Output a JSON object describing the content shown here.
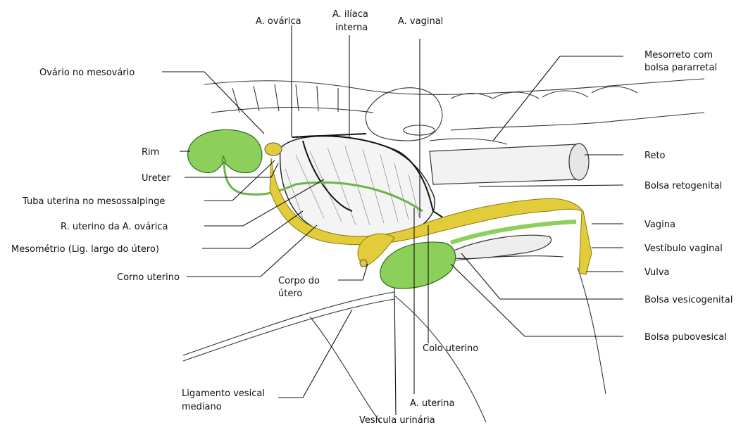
{
  "labels": {
    "ovarica": "A. ovárica",
    "iliaca_1": "A. ilíaca",
    "iliaca_2": "interna",
    "vaginal": "A. vaginal",
    "mesorreto_1": "Mesorreto com",
    "mesorreto_2": "bolsa pararretal",
    "ovario": "Ovário no mesovário",
    "rim": "Rim",
    "ureter": "Ureter",
    "tuba": "Tuba uterina no mesossalpinge",
    "ramo": "R. uterino da A. ovárica",
    "mesometrio": "Mesométrio (Lig. largo do útero)",
    "corno": "Corno uterino",
    "corpo_1": "Corpo do",
    "corpo_2": "útero",
    "reto": "Reto",
    "retogenital": "Bolsa retogenital",
    "vagina": "Vagina",
    "vestibulo": "Vestíbulo vaginal",
    "vulva": "Vulva",
    "vesicogenital": "Bolsa vesicogenital",
    "pubovesical": "Bolsa pubovesical",
    "colo": "Colo uterino",
    "ligamento_1": "Ligamento vesical",
    "ligamento_2": "mediano",
    "uterina": "A. uterina",
    "vesicula": "Vesícula urinária"
  },
  "colors": {
    "organ_green": "#8ccf5a",
    "organ_yellow": "#e3cc3a",
    "ink": "#111111"
  }
}
